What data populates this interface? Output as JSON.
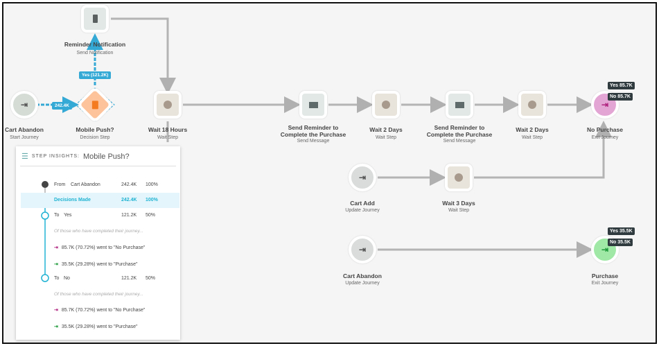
{
  "colors": {
    "accent": "#35a9d6",
    "exit_no": "#b0237f",
    "exit_yes": "#1f9a3b"
  },
  "nodes": {
    "reminder": {
      "title": "Reminder Notification",
      "sub": "Send Notification",
      "icon": "mobile-phone-icon"
    },
    "start": {
      "title": "Cart Abandon",
      "sub": "Start Journey",
      "icon": "enter-icon"
    },
    "push": {
      "title": "Mobile Push?",
      "sub": "Decision Step",
      "icon": "calculator-icon"
    },
    "wait18": {
      "title": "Wait 18 Hours",
      "sub": "Wait Step",
      "icon": "clock-icon"
    },
    "send1": {
      "title": "Send Reminder to Complete the Purchase",
      "sub": "Send Message",
      "icon": "envelope-icon"
    },
    "wait2a": {
      "title": "Wait 2 Days",
      "sub": "Wait Step",
      "icon": "clock-icon"
    },
    "send2": {
      "title": "Send Reminder to Complete the Purchase",
      "sub": "Send Message",
      "icon": "envelope-icon"
    },
    "wait2b": {
      "title": "Wait 2 Days",
      "sub": "Wait Step",
      "icon": "clock-icon"
    },
    "nopurchase": {
      "title": "No Purchase",
      "sub": "Exit Journey",
      "icon": "exit-icon",
      "yes": "Yes 85.7K",
      "no": "No 85.7K"
    },
    "cartadd": {
      "title": "Cart Add",
      "sub": "Update Journey",
      "icon": "enter-icon"
    },
    "wait3": {
      "title": "Wait 3 Days",
      "sub": "Wait Step",
      "icon": "clock-icon"
    },
    "abandon2": {
      "title": "Cart Abandon",
      "sub": "Update Journey",
      "icon": "enter-icon"
    },
    "purchase": {
      "title": "Purchase",
      "sub": "Exit Journey",
      "icon": "exit-icon",
      "yes": "Yes 35.5K",
      "no": "No 35.5K"
    }
  },
  "edges": {
    "start_push": "242.4K",
    "push_yes": "Yes (121.2K)"
  },
  "panel": {
    "kicker": "STEP INSIGHTS:",
    "title": "Mobile Push?",
    "rows": [
      {
        "a": "From",
        "b": "Cart Abandon",
        "n": "242.4K",
        "p": "100%"
      },
      {
        "a": "Decisions Made",
        "b": "",
        "n": "242.4K",
        "p": "100%"
      },
      {
        "a": "To",
        "b": "Yes",
        "n": "121.2K",
        "p": "50%"
      },
      {
        "a": "To",
        "b": "No",
        "n": "121.2K",
        "p": "50%"
      }
    ],
    "note": "Of those who have completed their journey...",
    "yes_out": [
      "85.7K (70.72%) went to \"No Purchase\"",
      "35.5K (29.28%) went to \"Purchase\""
    ],
    "no_out": [
      "85.7K (70.72%) went to \"No Purchase\"",
      "35.5K (29.28%) went to \"Purchase\""
    ]
  }
}
